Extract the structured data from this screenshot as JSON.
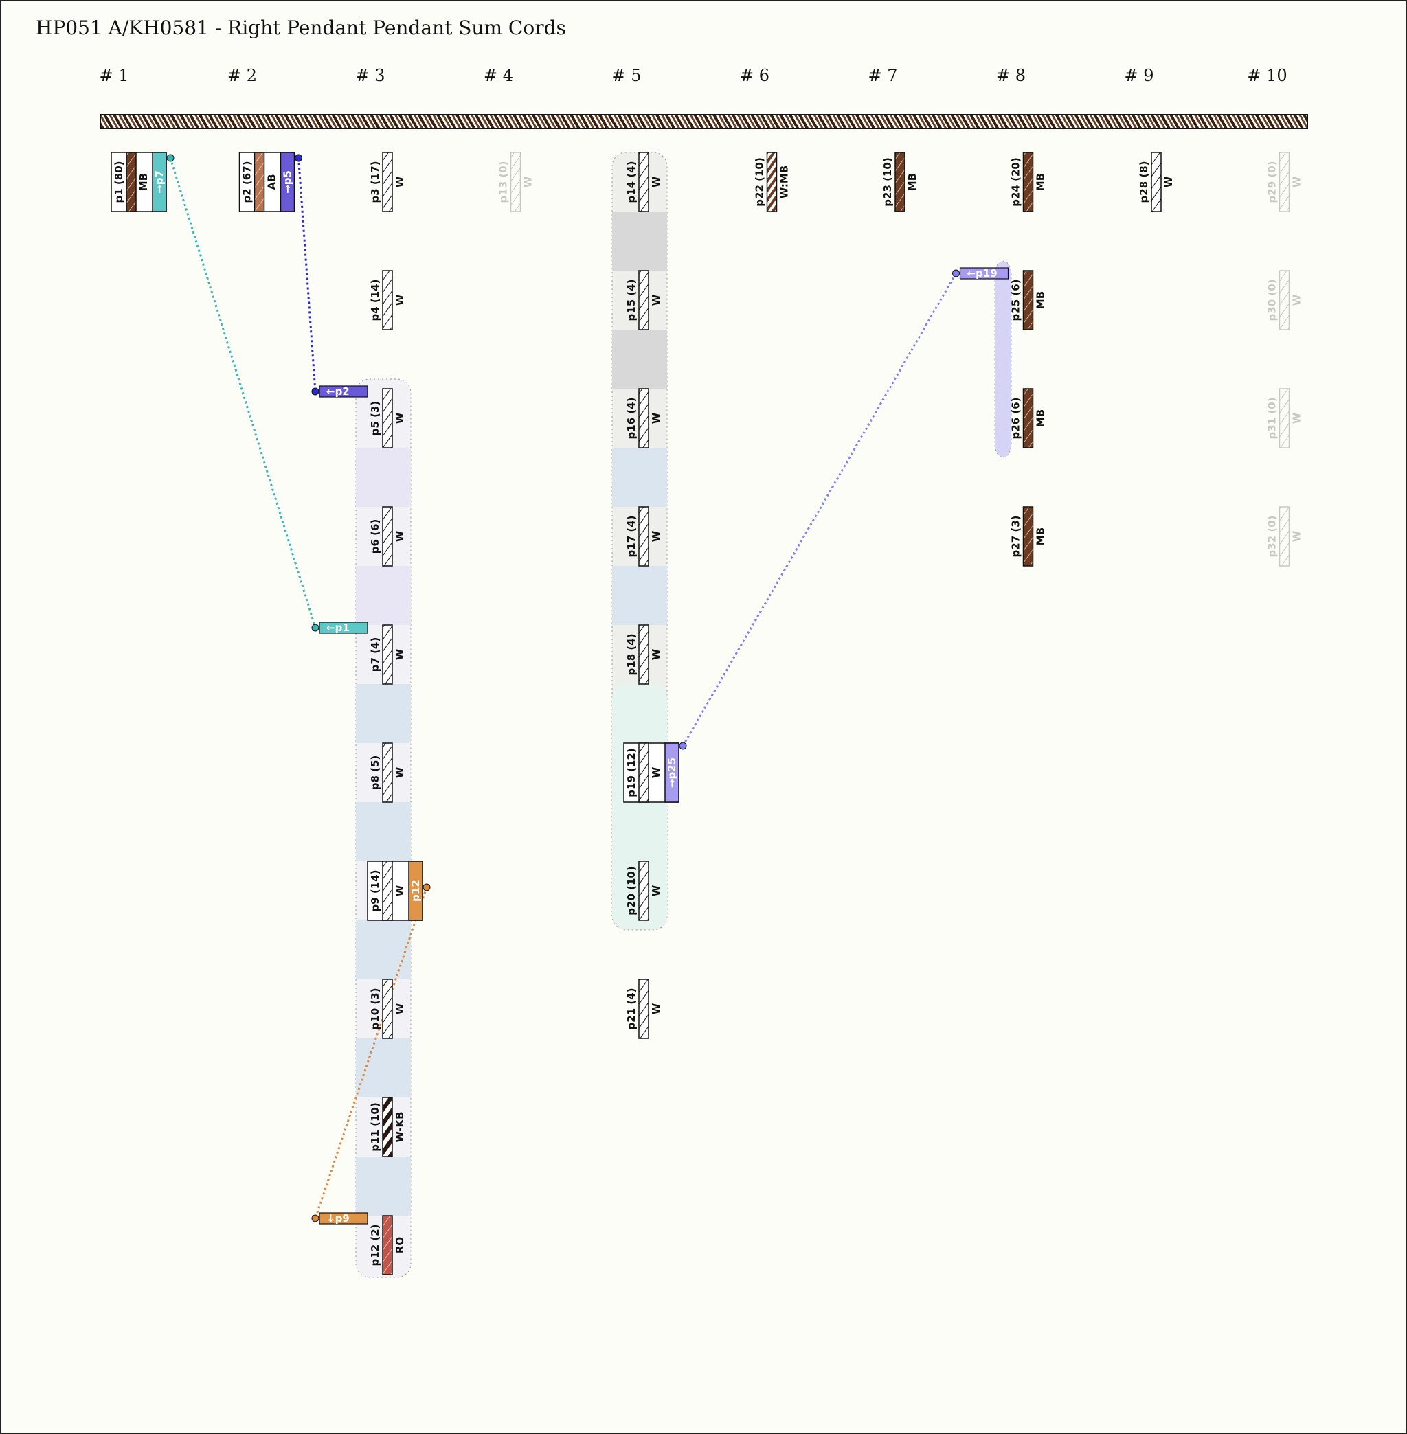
{
  "title": "HP051 A/KH0581 - Right Pendant Pendant Sum Cords",
  "groups": [
    "# 1",
    "# 2",
    "# 3",
    "# 4",
    "# 5",
    "# 6",
    "# 7",
    "# 8",
    "# 9",
    "# 10"
  ],
  "colors": {
    "background": "#fdfdf7",
    "MB": "#6b3b22",
    "AB": "#b87350",
    "W": "#ffffff",
    "RO": "#c0564a",
    "link_p1_p7": "#3ab5b8",
    "link_p2_p5": "#2a2ad0",
    "link_p19_p25": "#8080ee",
    "link_p9_p12": "#d98a3e",
    "band_teal": "#5ec8c8",
    "band_indigo": "#6a5ad8",
    "band_lavender": "#a89cf0",
    "band_orange": "#e09448"
  },
  "cords": [
    {
      "id": "p1",
      "label": "p1 (80)",
      "color": "MB",
      "colorLabel": "MB",
      "sum": "→p7",
      "sumColor": "#5ec8c8",
      "group": 1,
      "row": 0
    },
    {
      "id": "p2",
      "label": "p2 (67)",
      "color": "AB",
      "colorLabel": "AB",
      "sum": "→p5",
      "sumColor": "#6a5ad8",
      "group": 2,
      "row": 0
    },
    {
      "id": "p3",
      "label": "p3 (17)",
      "color": "W",
      "colorLabel": "W",
      "group": 3,
      "row": 0
    },
    {
      "id": "p4",
      "label": "p4 (14)",
      "color": "W",
      "colorLabel": "W",
      "group": 3,
      "row": 1
    },
    {
      "id": "p5",
      "label": "p5 (3)",
      "color": "W",
      "colorLabel": "W",
      "group": 3,
      "row": 2,
      "band": "←p2",
      "bandColor": "#6a5ad8"
    },
    {
      "id": "p6",
      "label": "p6 (6)",
      "color": "W",
      "colorLabel": "W",
      "group": 3,
      "row": 3
    },
    {
      "id": "p7",
      "label": "p7 (4)",
      "color": "W",
      "colorLabel": "W",
      "group": 3,
      "row": 4,
      "band": "←p1",
      "bandColor": "#5ec8c8"
    },
    {
      "id": "p8",
      "label": "p8 (5)",
      "color": "W",
      "colorLabel": "W",
      "group": 3,
      "row": 5
    },
    {
      "id": "p9",
      "label": "p9 (14)",
      "color": "W",
      "colorLabel": "W",
      "sum": "p12",
      "sumColor": "#e09448",
      "group": 3,
      "row": 6
    },
    {
      "id": "p10",
      "label": "p10 (3)",
      "color": "W",
      "colorLabel": "W",
      "group": 3,
      "row": 7
    },
    {
      "id": "p11",
      "label": "p11 (10)",
      "color": "WKB",
      "colorLabel": "W-KB",
      "group": 3,
      "row": 8
    },
    {
      "id": "p12",
      "label": "p12 (2)",
      "color": "RO",
      "colorLabel": "RO",
      "group": 3,
      "row": 9,
      "band": "↓p9",
      "bandColor": "#e09448"
    },
    {
      "id": "p13",
      "label": "p13 (0)",
      "color": "W",
      "colorLabel": "W",
      "group": 4,
      "row": 0,
      "faded": true
    },
    {
      "id": "p14",
      "label": "p14 (4)",
      "color": "W",
      "colorLabel": "W",
      "group": 5,
      "row": 0
    },
    {
      "id": "p15",
      "label": "p15 (4)",
      "color": "W",
      "colorLabel": "W",
      "group": 5,
      "row": 1
    },
    {
      "id": "p16",
      "label": "p16 (4)",
      "color": "W",
      "colorLabel": "W",
      "group": 5,
      "row": 2
    },
    {
      "id": "p17",
      "label": "p17 (4)",
      "color": "W",
      "colorLabel": "W",
      "group": 5,
      "row": 3
    },
    {
      "id": "p18",
      "label": "p18 (4)",
      "color": "W",
      "colorLabel": "W",
      "group": 5,
      "row": 4
    },
    {
      "id": "p19",
      "label": "p19 (12)",
      "color": "W",
      "colorLabel": "W",
      "sum": "→p25",
      "sumColor": "#a89cf0",
      "group": 5,
      "row": 5
    },
    {
      "id": "p20",
      "label": "p20 (10)",
      "color": "W",
      "colorLabel": "W",
      "group": 5,
      "row": 6
    },
    {
      "id": "p21",
      "label": "p21 (4)",
      "color": "W",
      "colorLabel": "W",
      "group": 5,
      "row": 7
    },
    {
      "id": "p22",
      "label": "p22 (10)",
      "color": "WMB",
      "colorLabel": "W:MB",
      "group": 6,
      "row": 0
    },
    {
      "id": "p23",
      "label": "p23 (10)",
      "color": "MB",
      "colorLabel": "MB",
      "group": 7,
      "row": 0
    },
    {
      "id": "p24",
      "label": "p24 (20)",
      "color": "MB",
      "colorLabel": "MB",
      "group": 8,
      "row": 0
    },
    {
      "id": "p25",
      "label": "p25 (6)",
      "color": "MB",
      "colorLabel": "MB",
      "group": 8,
      "row": 1,
      "band": "←p19",
      "bandColor": "#a89cf0"
    },
    {
      "id": "p26",
      "label": "p26 (6)",
      "color": "MB",
      "colorLabel": "MB",
      "group": 8,
      "row": 2
    },
    {
      "id": "p27",
      "label": "p27 (3)",
      "color": "MB",
      "colorLabel": "MB",
      "group": 8,
      "row": 3
    },
    {
      "id": "p28",
      "label": "p28 (8)",
      "color": "W",
      "colorLabel": "W",
      "group": 9,
      "row": 0
    },
    {
      "id": "p29",
      "label": "p29 (0)",
      "color": "W",
      "colorLabel": "W",
      "group": 10,
      "row": 0,
      "faded": true
    },
    {
      "id": "p30",
      "label": "p30 (0)",
      "color": "W",
      "colorLabel": "W",
      "group": 10,
      "row": 1,
      "faded": true
    },
    {
      "id": "p31",
      "label": "p31 (0)",
      "color": "W",
      "colorLabel": "W",
      "group": 10,
      "row": 2,
      "faded": true
    },
    {
      "id": "p32",
      "label": "p32 (0)",
      "color": "W",
      "colorLabel": "W",
      "group": 10,
      "row": 3,
      "faded": true
    }
  ],
  "links": [
    {
      "from": "p1",
      "to": "p7",
      "color": "#3ab5b8"
    },
    {
      "from": "p2",
      "to": "p5",
      "color": "#2a2ad0"
    },
    {
      "from": "p19",
      "to": "p25",
      "color": "#8080ee"
    },
    {
      "from": "p9",
      "to": "p12",
      "color": "#d98a3e"
    }
  ]
}
